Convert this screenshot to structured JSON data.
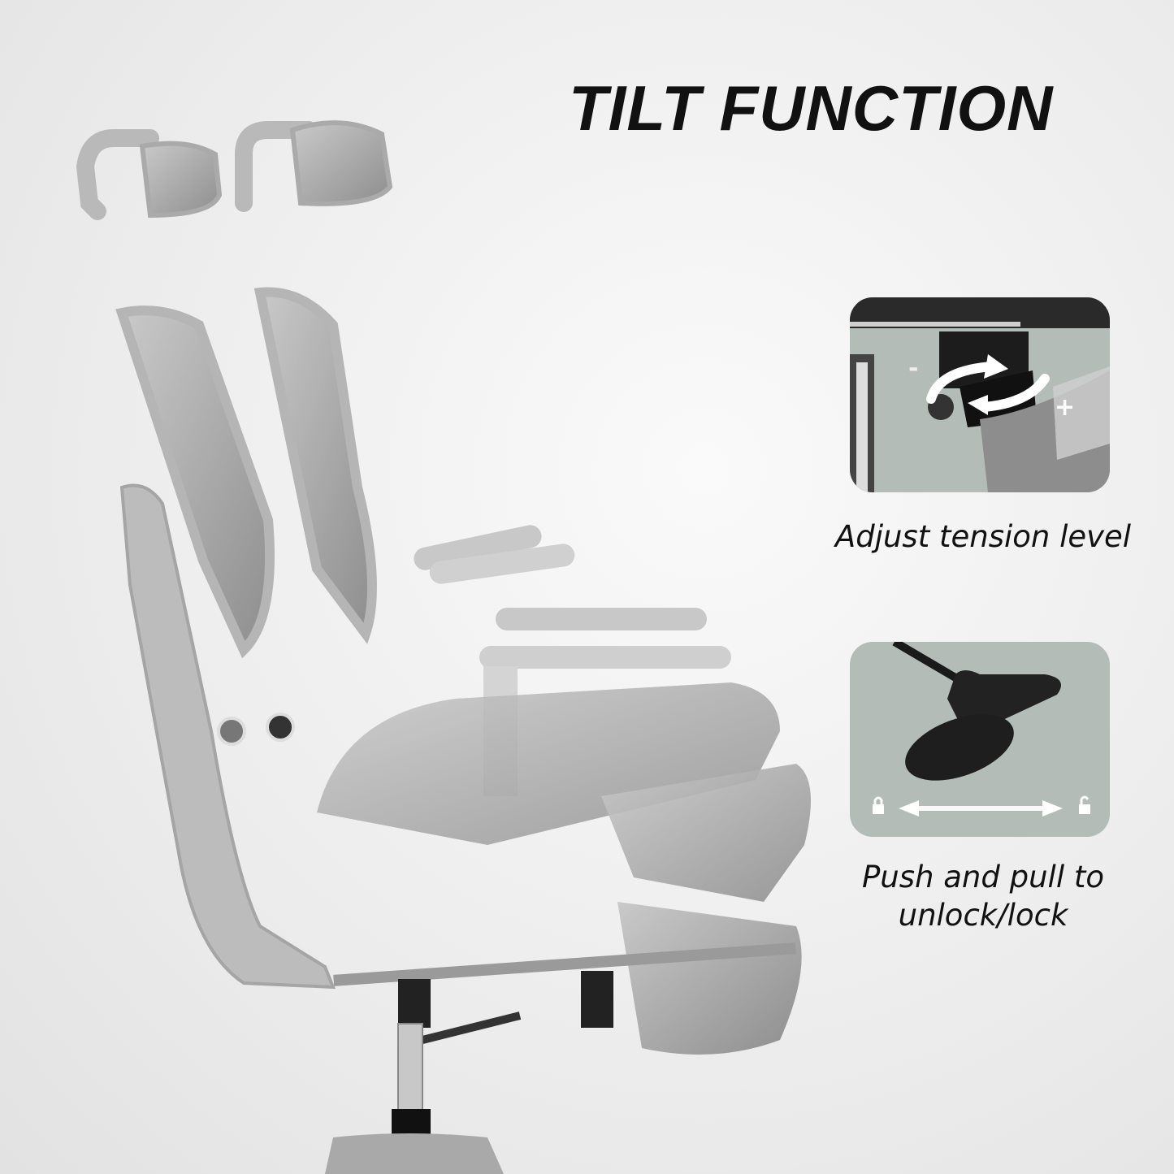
{
  "title": "TILT FUNCTION",
  "panels": [
    {
      "caption": "Adjust tension level",
      "symbols": {
        "minus": "-",
        "plus": "+"
      },
      "icon": "rotate-arrows-icon"
    },
    {
      "caption_line1": "Push and pull to",
      "caption_line2": "unlock/lock",
      "icons": [
        "lock-icon",
        "double-arrow-icon",
        "unlock-icon"
      ]
    }
  ],
  "colors": {
    "background": "#ececec",
    "panel": "#b4bcb7",
    "title": "#111111"
  }
}
